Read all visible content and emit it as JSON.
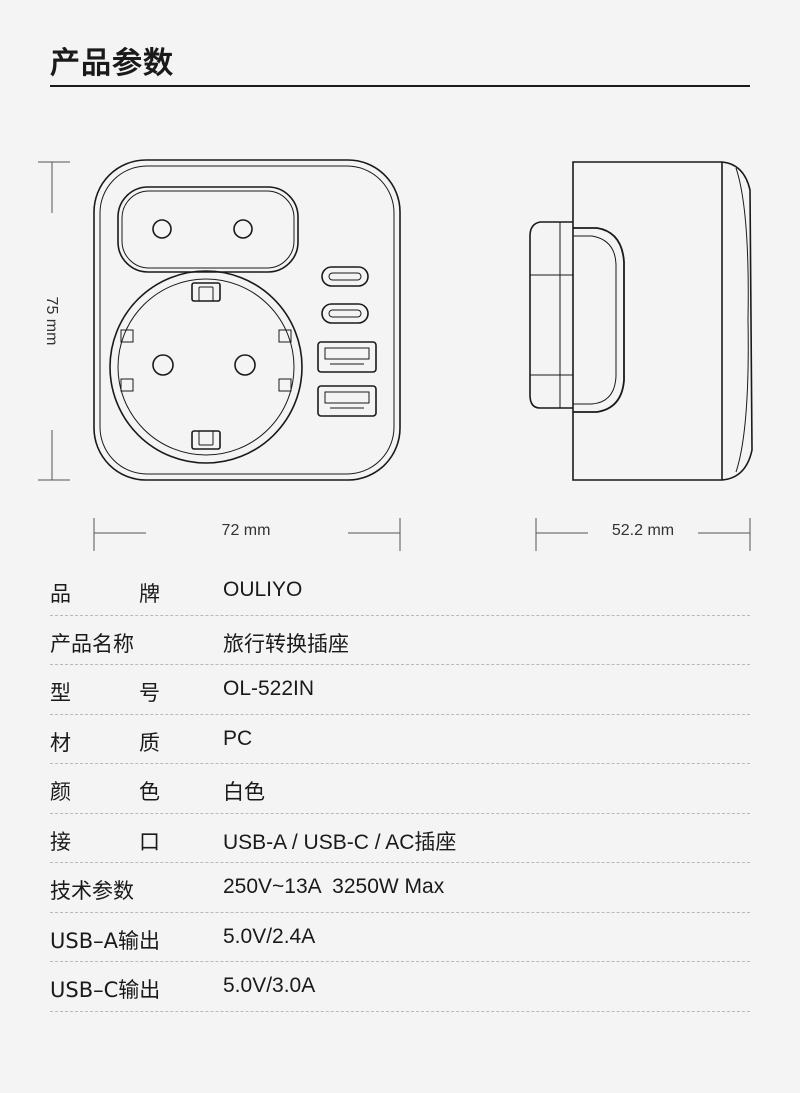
{
  "header": {
    "title": "产品参数"
  },
  "dimensions": {
    "height": "75 mm",
    "width": "72 mm",
    "depth": "52.2 mm"
  },
  "specs": [
    {
      "label_chars": [
        "品",
        "牌"
      ],
      "label": "品 牌",
      "value": "OULIYO"
    },
    {
      "label": "产品名称",
      "value": "旅行转换插座"
    },
    {
      "label_chars": [
        "型",
        "号"
      ],
      "label": "型 号",
      "value": "OL-522IN"
    },
    {
      "label_chars": [
        "材",
        "质"
      ],
      "label": "材 质",
      "value": "PC"
    },
    {
      "label_chars": [
        "颜",
        "色"
      ],
      "label": "颜 色",
      "value": "白色"
    },
    {
      "label_chars": [
        "接",
        "口"
      ],
      "label": "接 口",
      "value": "USB-A / USB-C / AC插座"
    },
    {
      "label": "技术参数",
      "value": "250V~13A  3250W Max"
    },
    {
      "label": "USB–A输出",
      "value": "5.0V/2.4A"
    },
    {
      "label": "USB–C输出",
      "value": "5.0V/3.0A"
    }
  ]
}
